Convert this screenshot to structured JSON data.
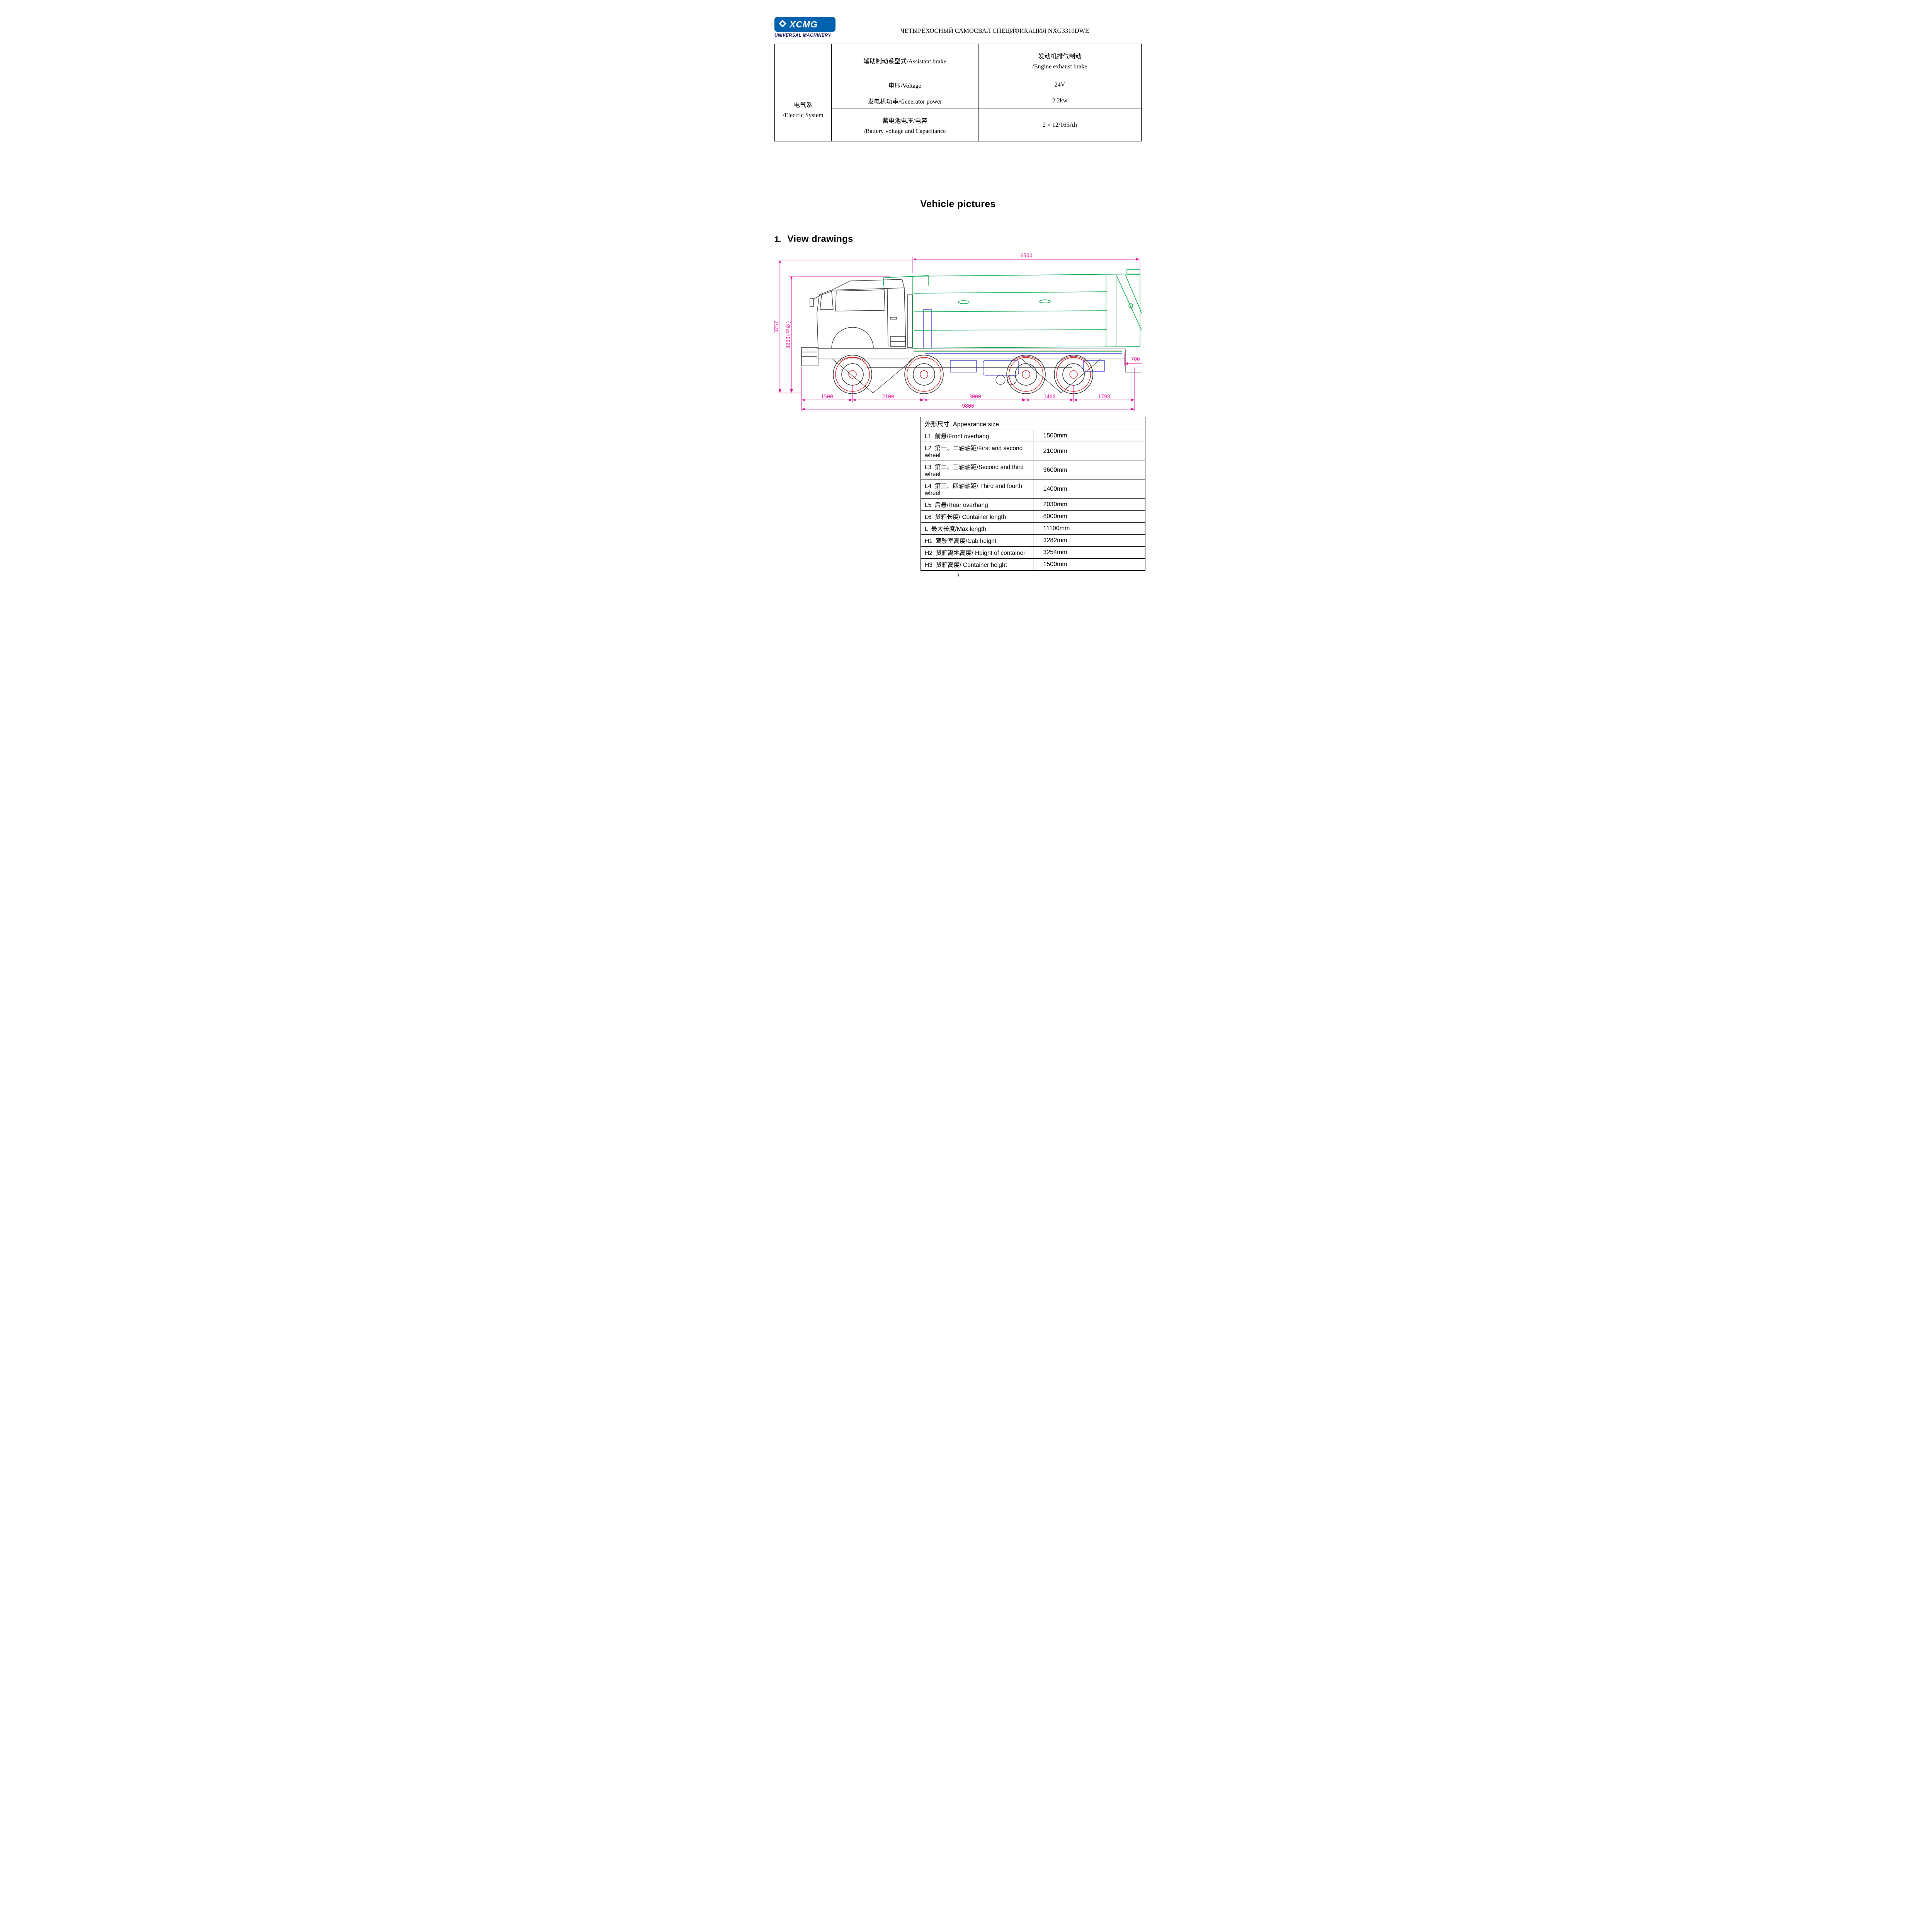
{
  "header": {
    "logo": {
      "brand": "XCMG",
      "tagline": "UNIVERSAL MACHINERY"
    },
    "doc_title": "ЧЕТЫРЁХОСНЫЙ САМОСВАЛ СПЕЦИФИКАЦИЯ NXG3310DWE"
  },
  "electric_table": {
    "group": {
      "line1": "电气系",
      "line2": "/Electric System"
    },
    "rows": {
      "assistant_brake": {
        "label": "辅助制动系型式/Assistant brake",
        "value_line1": "发动机排气制动",
        "value_line2": "/Engine exhaust brake"
      },
      "voltage": {
        "label": "电压/Voltage",
        "value": "24V"
      },
      "generator": {
        "label": "发电机功率/Generator power",
        "value": "2.2kw"
      },
      "battery": {
        "label_line1": "蓄电池电压/电容",
        "label_line2": "/Battery voltage and Capacitance",
        "value": "2 × 12/165Ah"
      }
    }
  },
  "sections": {
    "pictures_title": "Vehicle pictures",
    "view_number": "1.",
    "view_title": "View drawings"
  },
  "drawing": {
    "dims": {
      "top_length": "6500",
      "height_total": "3757",
      "height_empty": "3200(空载)",
      "rear": "700",
      "bottom": [
        "1500",
        "2100",
        "3000",
        "1400",
        "1798"
      ],
      "overall": "9800"
    }
  },
  "appearance_table": {
    "title": "外形尺寸  Appearance size",
    "rows": [
      {
        "label": "L1  前悬/Front overhang",
        "value": "1500mm"
      },
      {
        "label": "L2  第一、二轴轴距/First and second wheel",
        "value": "2100mm"
      },
      {
        "label": "L3  第二、三轴轴距/Second and third wheel",
        "value": "3600mm"
      },
      {
        "label": "L4  第三、四轴轴距/ Third and fourth wheel",
        "value": "1400mm"
      },
      {
        "label": "L5  后悬/Rear overhang",
        "value": "2030mm"
      },
      {
        "label": "L6  货箱长度/ Container length",
        "value": "8000mm"
      },
      {
        "label": "L  最大长度/Max length",
        "value": "11100mm"
      },
      {
        "label": "H1  驾驶室高度/Cab height",
        "value": "3282mm"
      },
      {
        "label": "H2  货箱离地高度/ Height of container",
        "value": "3254mm"
      },
      {
        "label": "H3  货箱高度/ Container height",
        "value": "1500mm"
      }
    ]
  },
  "footer": {
    "page_number": "3"
  },
  "colors": {
    "logo_blue": "#0061ae",
    "body_green": "#00a848",
    "dimension_magenta": "#e6189b",
    "wheel_red": "#d42020",
    "chassis_blue": "#2a2ad0"
  }
}
